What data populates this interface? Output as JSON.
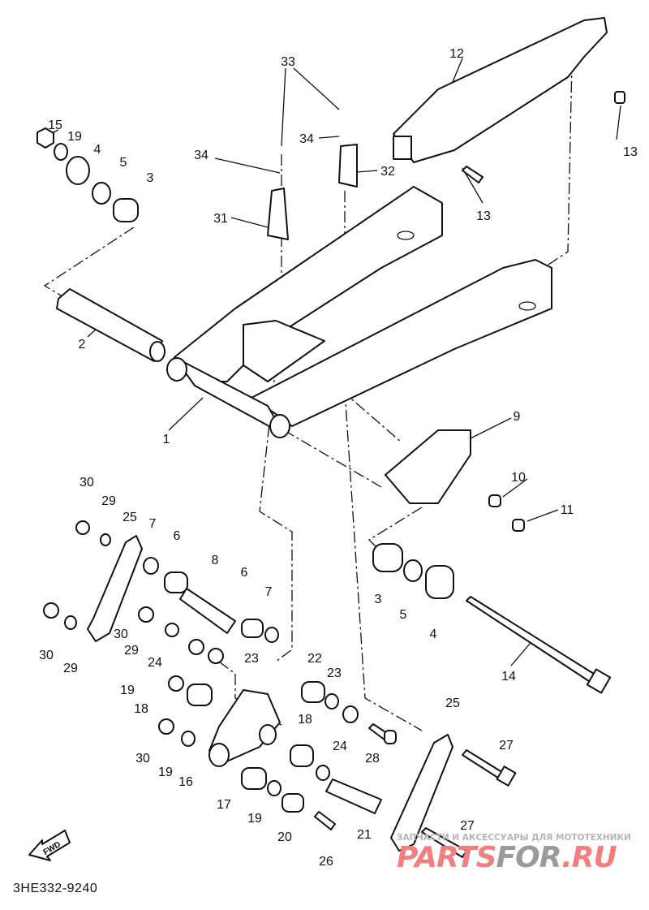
{
  "diagram_code": "3HE332-9240",
  "forward_marker": "FWD",
  "watermark": {
    "subtitle": "ЗАПЧАСТИ И АКСЕССУАРЫ ДЛЯ МОТОТЕХНИКИ",
    "part1": "PARTS",
    "part2": "FOR",
    "part3": ".RU",
    "color_primary": "#f08080",
    "color_secondary": "#9a9a9a"
  },
  "labels": [
    "33",
    "12",
    "15",
    "19",
    "4",
    "5",
    "3",
    "34",
    "34",
    "32",
    "13",
    "13",
    "31",
    "2",
    "1",
    "9",
    "10",
    "11",
    "30",
    "29",
    "25",
    "7",
    "6",
    "8",
    "6",
    "7",
    "3",
    "5",
    "4",
    "30",
    "29",
    "30",
    "29",
    "24",
    "23",
    "22",
    "23",
    "14",
    "19",
    "18",
    "25",
    "18",
    "24",
    "28",
    "27",
    "30",
    "19",
    "16",
    "17",
    "19",
    "20",
    "21",
    "26",
    "27"
  ]
}
